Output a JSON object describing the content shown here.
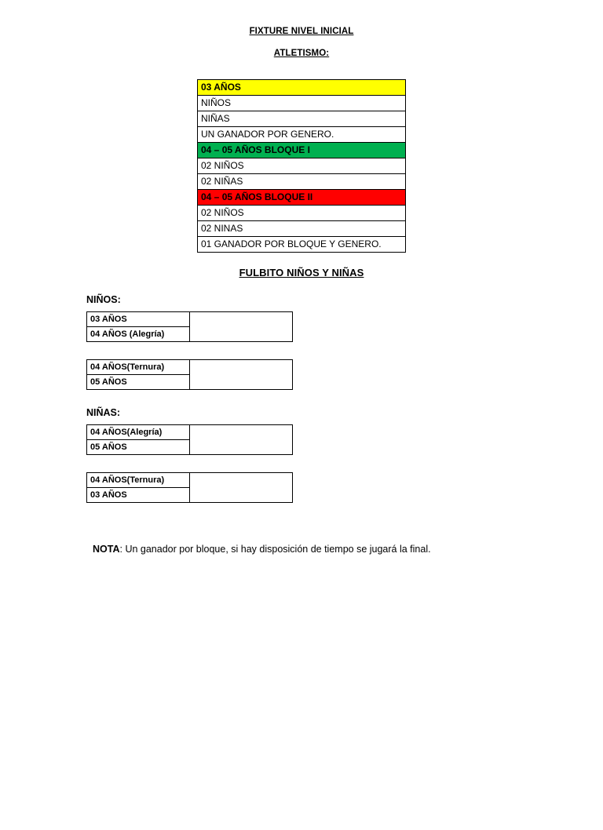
{
  "document": {
    "title": "FIXTURE NIVEL INICIAL",
    "sections": {
      "atletismo": {
        "heading": "ATLETISMO:",
        "rows": [
          {
            "text": "03 AÑOS",
            "style": "hdr-yellow"
          },
          {
            "text": "NIÑOS",
            "style": "plain"
          },
          {
            "text": "NIÑAS",
            "style": "plain"
          },
          {
            "text": "UN GANADOR POR GENERO.",
            "style": "plain"
          },
          {
            "text": "04 – 05 AÑOS BLOQUE I",
            "style": "hdr-green"
          },
          {
            "text": "02 NIÑOS",
            "style": "plain"
          },
          {
            "text": "02 NIÑAS",
            "style": "plain"
          },
          {
            "text": "04 – 05 AÑOS BLOQUE II",
            "style": "hdr-red"
          },
          {
            "text": "02 NIÑOS",
            "style": "plain"
          },
          {
            "text": "02 NINAS",
            "style": "plain"
          },
          {
            "text": "01 GANADOR POR BLOQUE Y GENERO.",
            "style": "plain"
          }
        ]
      },
      "fulbito": {
        "heading": "FULBITO NIÑOS Y NIÑAS",
        "groups": [
          {
            "label": "NIÑOS:",
            "brackets": [
              {
                "rows": [
                  "03 AÑOS",
                  "04 AÑOS (Alegría)"
                ],
                "blank": ""
              },
              {
                "rows": [
                  "04 AÑOS(Ternura)",
                  "05 AÑOS"
                ],
                "blank": ""
              }
            ]
          },
          {
            "label": "NIÑAS:",
            "brackets": [
              {
                "rows": [
                  "04 AÑOS(Alegría)",
                  "05 AÑOS"
                ],
                "blank": ""
              },
              {
                "rows": [
                  "04 AÑOS(Ternura)",
                  "03 AÑOS"
                ],
                "blank": ""
              }
            ]
          }
        ]
      }
    },
    "note": {
      "label": "NOTA",
      "text": ": Un ganador por bloque, si hay disposición de tiempo se jugará la final."
    }
  }
}
